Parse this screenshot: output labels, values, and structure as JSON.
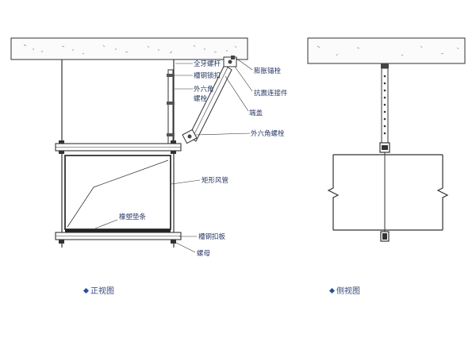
{
  "front_view": {
    "caption": "正视图",
    "labels": {
      "threaded_rod": "全牙螺杆",
      "channel_clamp": "槽钢锁扣",
      "hex_bolt_1": "外六角",
      "hex_bolt_2": "螺栓",
      "expansion_anchor": "膨胀锚栓",
      "seismic_connector": "抗震连接件",
      "end_cap": "端盖",
      "hex_bolt_right": "外六角螺栓",
      "duct": "矩形风管",
      "rubber_strip": "橡塑垫条",
      "channel_plate": "槽钢扣板",
      "nut": "螺母"
    }
  },
  "side_view": {
    "caption": "侧视图"
  },
  "colors": {
    "line": "#333333",
    "label_text": "#2a3a66",
    "caption_bullet": "#2b4fa0"
  }
}
